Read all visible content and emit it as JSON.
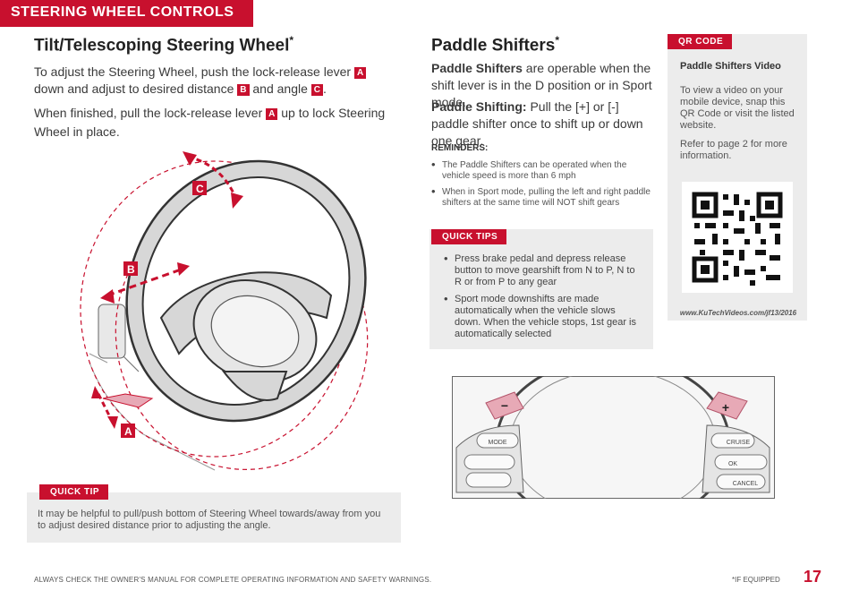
{
  "header": {
    "title": "STEERING WHEEL CONTROLS"
  },
  "tilt": {
    "title": "Tilt/Telescoping Steering Wheel",
    "asterisk": "*",
    "para1_a": "To adjust the Steering Wheel, push the lock-release lever ",
    "para1_b": " down and adjust to desired distance ",
    "para1_c": " and angle ",
    "para1_d": ".",
    "para2_a": "When finished, pull the lock-release lever ",
    "para2_b": " up to lock Steering Wheel in place.",
    "label_a": "A",
    "label_b": "B",
    "label_c": "C"
  },
  "quick_tip": {
    "tab": "QUICK TIP",
    "text": "It may be helpful to pull/push bottom of Steering Wheel towards/away from you to adjust desired distance prior to adjusting the angle."
  },
  "paddle": {
    "title": "Paddle Shifters",
    "asterisk": "*",
    "p1_bold": "Paddle Shifters",
    "p1_rest": " are operable when the shift lever is in the D position or in Sport mode.",
    "p2_bold": "Paddle Shifting:",
    "p2_rest": " Pull the [+] or [-] paddle shifter once to shift up or down one gear.",
    "reminders_title": "REMINDERS:",
    "reminders": [
      "The Paddle Shifters can be operated when the vehicle speed is more than 6 mph",
      "When in Sport mode, pulling the left and right paddle shifters at the same time will NOT shift gears"
    ]
  },
  "quick_tips": {
    "tab": "QUICK TIPS",
    "items": [
      "Press brake pedal and depress release button to move gearshift from N to P, N to R or from P to any gear",
      "Sport mode downshifts are made automatically when the vehicle slows down. When the vehicle stops, 1st gear is automatically selected"
    ]
  },
  "qr": {
    "tab": "QR CODE",
    "title": "Paddle Shifters Video",
    "text1": "To view a video on your mobile device, snap this QR Code or visit the listed website.",
    "text2": "Refer to page 2 for more information.",
    "url": "www.KuTechVideos.com/jf13/2016"
  },
  "wheel_buttons": {
    "mode": "MODE",
    "cruise": "CRUISE",
    "ok": "OK",
    "cancel": "CANCEL",
    "minus": "−",
    "plus": "+"
  },
  "footer": {
    "disclaimer": "ALWAYS CHECK THE OWNER'S MANUAL FOR COMPLETE OPERATING INFORMATION AND SAFETY WARNINGS.",
    "if_equipped": "*IF EQUIPPED",
    "page": "17"
  },
  "colors": {
    "accent": "#c8102e",
    "box": "#ececec",
    "paddle": "#e7a9b6"
  }
}
